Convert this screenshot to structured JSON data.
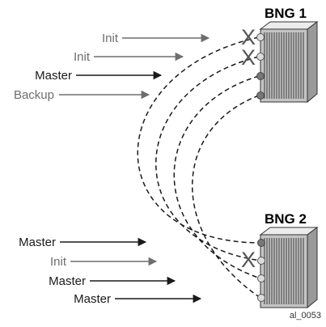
{
  "diagram": {
    "routers": [
      {
        "id": "bng1",
        "label": "BNG 1"
      },
      {
        "id": "bng2",
        "label": "BNG 2"
      }
    ],
    "states_bng1": [
      {
        "label": "Init",
        "tone": "gray"
      },
      {
        "label": "Init",
        "tone": "gray"
      },
      {
        "label": "Master",
        "tone": "black"
      },
      {
        "label": "Backup",
        "tone": "gray"
      }
    ],
    "states_bng2": [
      {
        "label": "Master",
        "tone": "black"
      },
      {
        "label": "Init",
        "tone": "gray"
      },
      {
        "label": "Master",
        "tone": "black"
      },
      {
        "label": "Master",
        "tone": "black"
      }
    ],
    "failed_marks": [
      "X",
      "X",
      "X"
    ],
    "figure_id": "al_0053"
  },
  "colors": {
    "black": "#1a1a1a",
    "gray": "#6e6e6e",
    "router_body": "#c4c4c4",
    "router_top": "#ececec",
    "port": "#777777"
  }
}
